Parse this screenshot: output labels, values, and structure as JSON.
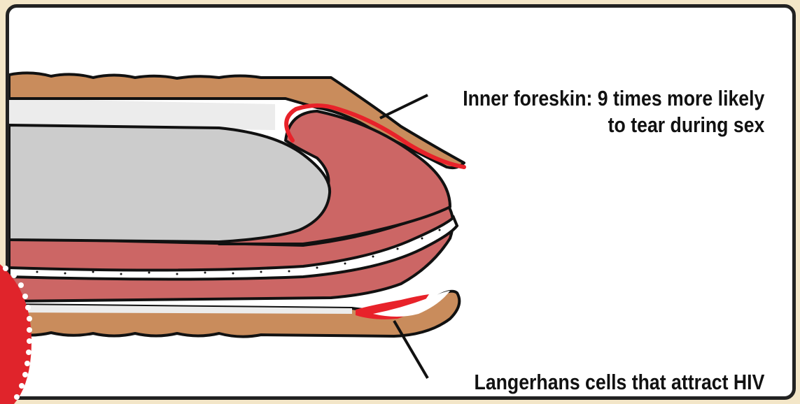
{
  "labels": {
    "inner_foreskin_line1": "Inner foreskin: 9 times more likely",
    "inner_foreskin_line2": "to tear during sex",
    "langerhans": "Langerhans cells that attract HIV"
  },
  "colors": {
    "outer_skin": "#c98c5c",
    "glans": "#cc6665",
    "shaft_core": "#cccccc",
    "highlight_red": "#e8222a",
    "outline": "#111111",
    "frame_background": "#f3e6c8",
    "badge_red": "#e0242b"
  }
}
